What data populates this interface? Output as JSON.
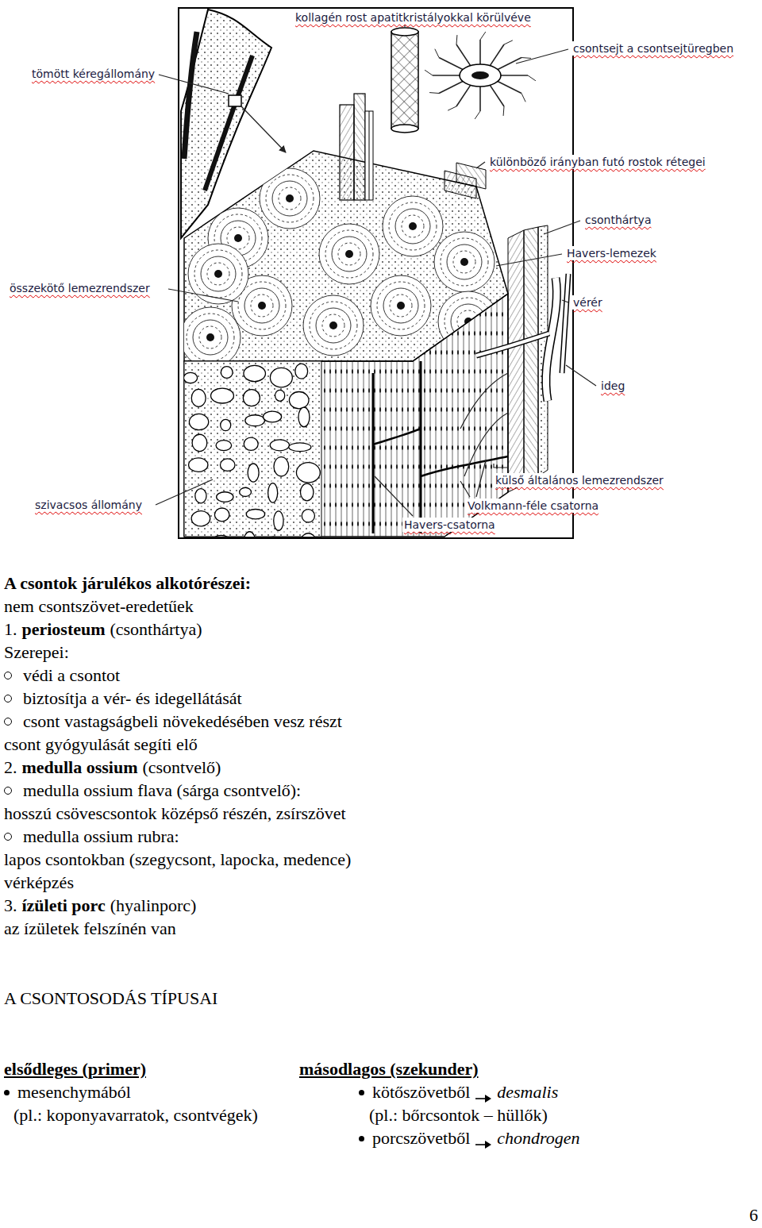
{
  "diagram": {
    "labels": [
      "kollagén rost apatitkristályokkal körülvéve",
      "csontsejt a csontsejtüregben",
      "tömött kéregállomány",
      "különböző irányban futó rostok rétegei",
      "csonthártya",
      "Havers-lemezek",
      "összekötő lemezrendszer",
      "vérér",
      "ideg",
      "külső általános lemezrendszer",
      "szivacsos állomány",
      "Volkmann-féle csatorna",
      "Havers-csatorna",
      "A csontok járulékos alkotórészei:",
      "nem csontszövet-eredetűek",
      "1.",
      "periosteum",
      "(csonthártya)",
      "Szerepei:",
      "védi a csontot",
      "biztosítja a vér- és idegellátását",
      "csont vastagságbeli növekedésében vesz részt",
      "csont gyógyulását segíti elő",
      "2.",
      "medulla ossium",
      "(csontvelő)",
      "medulla ossium flava (sárga csontvelő):",
      "hosszú csövescsontok középső részén, zsírszövet",
      "medulla ossium rubra:",
      "lapos csontokban (szegycsont, lapocka, medence)",
      "vérképzés",
      "3.",
      "ízületi porc",
      "(hyalinporc)",
      "az ízületek felszínén van",
      "A CSONTOSODÁS TÍPUSAI",
      "elsődleges (primer)",
      "másodlagos (szekunder)",
      "mesenchymából",
      "kötőszövetből",
      "desmalis",
      "(pl.: koponyavarratok, csontvégek)",
      "(pl.: bőrcsontok – hüllők)",
      "porcszövetből",
      "chondrogen",
      "6"
    ]
  }
}
